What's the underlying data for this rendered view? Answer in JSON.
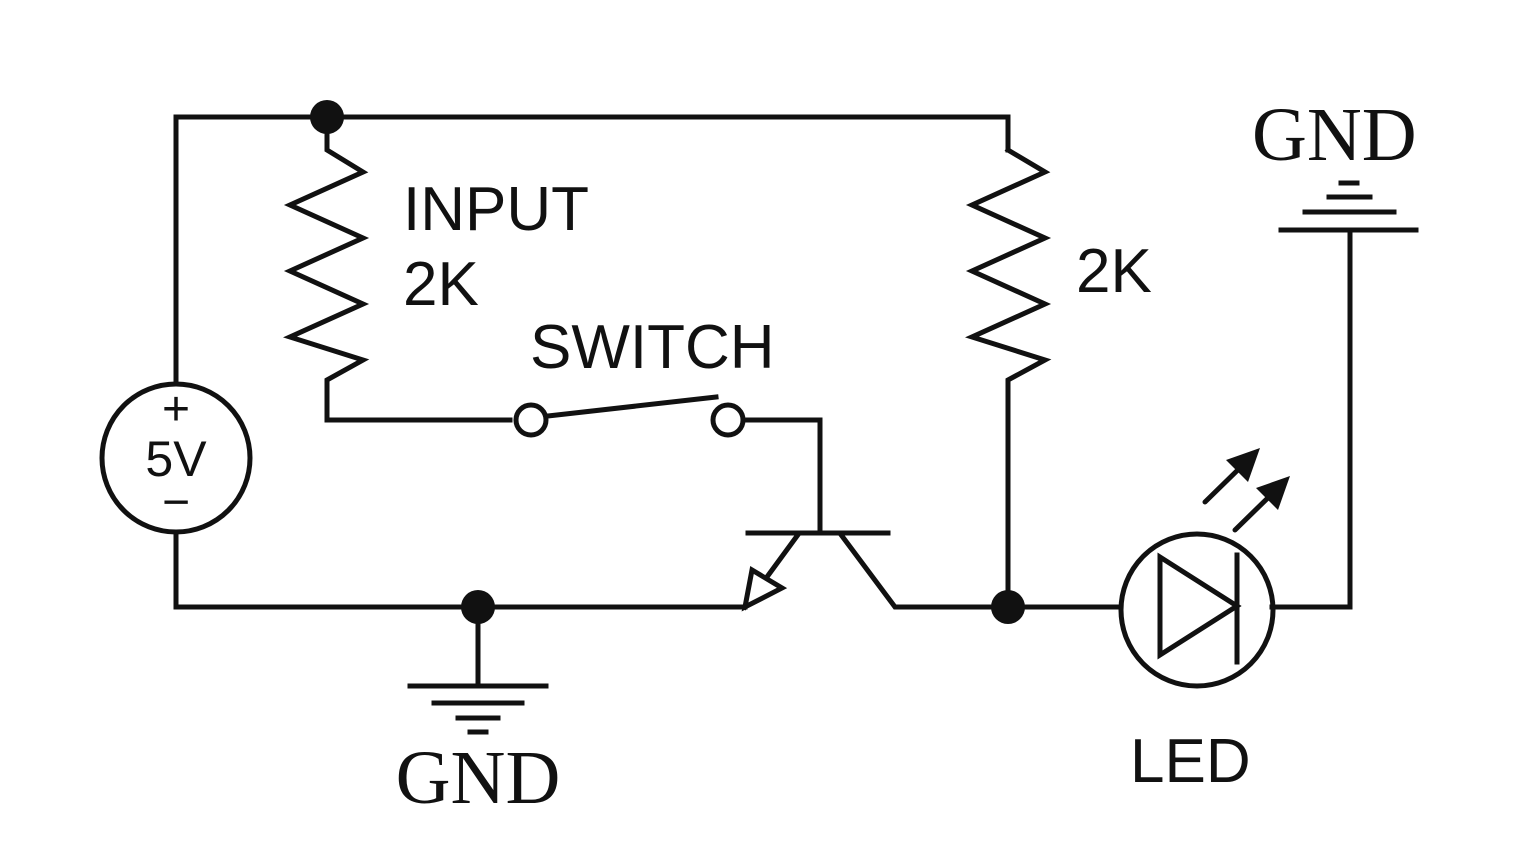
{
  "labels": {
    "input_resistor_name": "INPUT",
    "input_resistor_value": "2K",
    "switch": "SWITCH",
    "collector_resistor_value": "2K",
    "source_voltage": "5V",
    "source_plus": "+",
    "source_minus": "−",
    "gnd_bottom": "GND",
    "gnd_top_right": "GND",
    "led": "LED"
  },
  "components": [
    {
      "type": "voltage-source",
      "value": "5V"
    },
    {
      "type": "resistor",
      "name": "INPUT",
      "value": "2K"
    },
    {
      "type": "resistor",
      "value": "2K"
    },
    {
      "type": "switch",
      "name": "SWITCH",
      "state": "open"
    },
    {
      "type": "transistor"
    },
    {
      "type": "led",
      "name": "LED"
    },
    {
      "type": "ground",
      "name": "GND"
    },
    {
      "type": "ground",
      "name": "GND"
    }
  ],
  "colors": {
    "ink": "#111111",
    "background": "#ffffff"
  }
}
